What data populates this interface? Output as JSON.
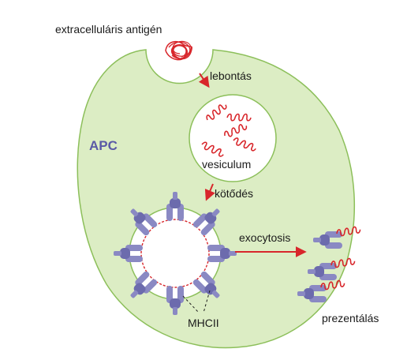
{
  "labels": {
    "antigen": "extracelluláris antigén",
    "degradation": "lebontás",
    "cell": "APC",
    "vesicle": "vesiculum",
    "binding": "kötődés",
    "exocytosis": "exocytosis",
    "mhc": "MHCII",
    "presentation": "prezentálás"
  },
  "colors": {
    "cell_fill": "#dcedc4",
    "cell_stroke": "#8cbf5a",
    "vesicle_fill": "#ffffff",
    "arrow": "#d8262b",
    "peptide": "#d8262b",
    "mhc": "#8a89c3",
    "mhc_dark": "#6c6bad",
    "apc_text": "#5a5aa6"
  },
  "icons": {
    "antigen": "tangled-protein-icon",
    "peptide": "peptide-coil-icon",
    "mhc": "mhc-ii-receptor-icon",
    "arrow": "red-arrow-icon"
  }
}
